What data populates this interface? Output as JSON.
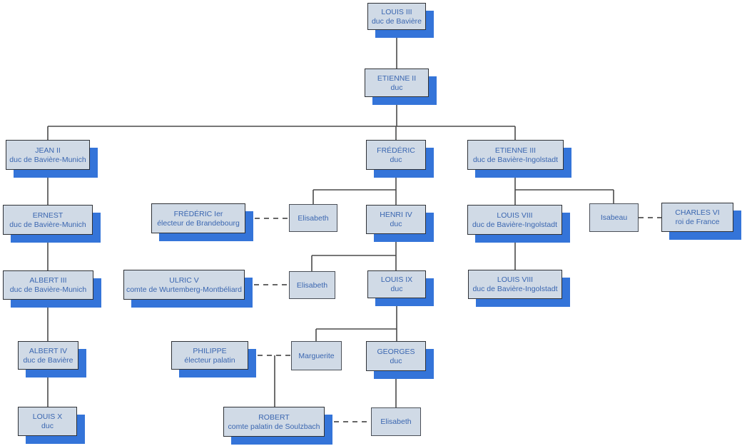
{
  "diagram_type": "family-tree-org-chart",
  "colors": {
    "box_fill": "#d0dae6",
    "box_border": "#2e3136",
    "box_shadow": "#3474d9",
    "text": "#3a66b0",
    "line_solid": "#4a4a4a",
    "line_dashed": "#333333",
    "background": "#ffffff"
  },
  "nodes": [
    {
      "name": "LOUIS III",
      "title": "duc de Bavière"
    },
    {
      "name": "ETIENNE II",
      "title": "duc"
    },
    {
      "name": "JEAN II",
      "title": "duc de Bavière-Munich"
    },
    {
      "name": "FRÉDÉRIC",
      "title": "duc"
    },
    {
      "name": "ETIENNE III",
      "title": "duc de Bavière-Ingolstadt"
    },
    {
      "name": "ERNEST",
      "title": "duc de Bavière-Munich"
    },
    {
      "name": "FRÉDÉRIC Ier",
      "title": "électeur de Brandebourg"
    },
    {
      "name": "Elisabeth",
      "title": ""
    },
    {
      "name": "HENRI IV",
      "title": "duc"
    },
    {
      "name": "LOUIS VIII",
      "title": "duc de Bavière-Ingolstadt"
    },
    {
      "name": "Isabeau",
      "title": ""
    },
    {
      "name": "CHARLES VI",
      "title": "roi de France"
    },
    {
      "name": "ALBERT III",
      "title": "duc de Bavière-Munich"
    },
    {
      "name": "ULRIC V",
      "title": "comte de Wurtemberg-Montbéliard"
    },
    {
      "name": "Elisabeth",
      "title": ""
    },
    {
      "name": "LOUIS IX",
      "title": "duc"
    },
    {
      "name": "LOUIS VIII",
      "title": "duc de Bavière-Ingolstadt"
    },
    {
      "name": "ALBERT IV",
      "title": "duc de Bavière"
    },
    {
      "name": "PHILIPPE",
      "title": "électeur palatin"
    },
    {
      "name": "Marguerite",
      "title": ""
    },
    {
      "name": "GEORGES",
      "title": "duc"
    },
    {
      "name": "LOUIS X",
      "title": "duc"
    },
    {
      "name": "ROBERT",
      "title": "comte palatin de Soulzbach"
    },
    {
      "name": "Elisabeth",
      "title": ""
    }
  ],
  "relationships": {
    "parent_child_by_index": [
      [
        0,
        1
      ],
      [
        1,
        2
      ],
      [
        1,
        3
      ],
      [
        1,
        4
      ],
      [
        2,
        5
      ],
      [
        5,
        12
      ],
      [
        12,
        17
      ],
      [
        17,
        21
      ],
      [
        3,
        7
      ],
      [
        3,
        8
      ],
      [
        8,
        14
      ],
      [
        8,
        15
      ],
      [
        15,
        19
      ],
      [
        15,
        20
      ],
      [
        4,
        9
      ],
      [
        4,
        10
      ],
      [
        9,
        16
      ],
      [
        20,
        23
      ]
    ],
    "couple_child_by_index": [
      {
        "parents": [
          18,
          19
        ],
        "child": 22
      }
    ],
    "marriages_by_index": [
      [
        6,
        7
      ],
      [
        13,
        14
      ],
      [
        18,
        19
      ],
      [
        10,
        11
      ],
      [
        22,
        23
      ]
    ]
  }
}
